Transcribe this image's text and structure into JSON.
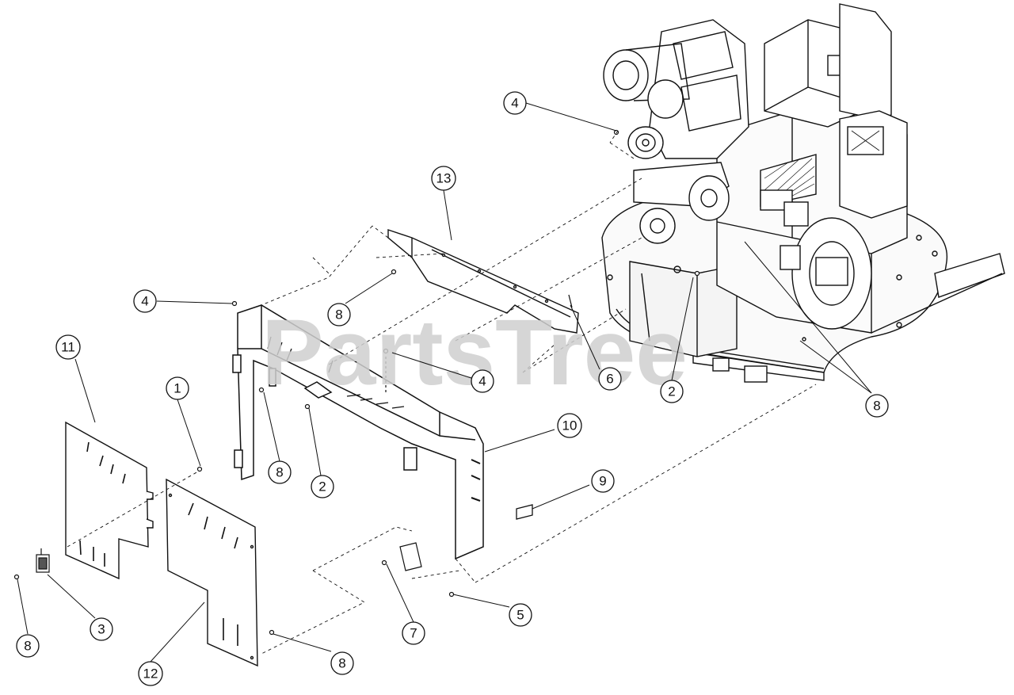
{
  "watermark": "PartsTree",
  "callouts": [
    {
      "id": "c1",
      "label": "1"
    },
    {
      "id": "c2a",
      "label": "2"
    },
    {
      "id": "c2b",
      "label": "2"
    },
    {
      "id": "c3",
      "label": "3"
    },
    {
      "id": "c4a",
      "label": "4"
    },
    {
      "id": "c4b",
      "label": "4"
    },
    {
      "id": "c4c",
      "label": "4"
    },
    {
      "id": "c5",
      "label": "5"
    },
    {
      "id": "c6",
      "label": "6"
    },
    {
      "id": "c7",
      "label": "7"
    },
    {
      "id": "c8a",
      "label": "8"
    },
    {
      "id": "c8b",
      "label": "8"
    },
    {
      "id": "c8c",
      "label": "8"
    },
    {
      "id": "c8d",
      "label": "8"
    },
    {
      "id": "c8e",
      "label": "8"
    },
    {
      "id": "c9",
      "label": "9"
    },
    {
      "id": "c10",
      "label": "10"
    },
    {
      "id": "c11",
      "label": "11"
    },
    {
      "id": "c12",
      "label": "12"
    },
    {
      "id": "c13",
      "label": "13"
    }
  ]
}
